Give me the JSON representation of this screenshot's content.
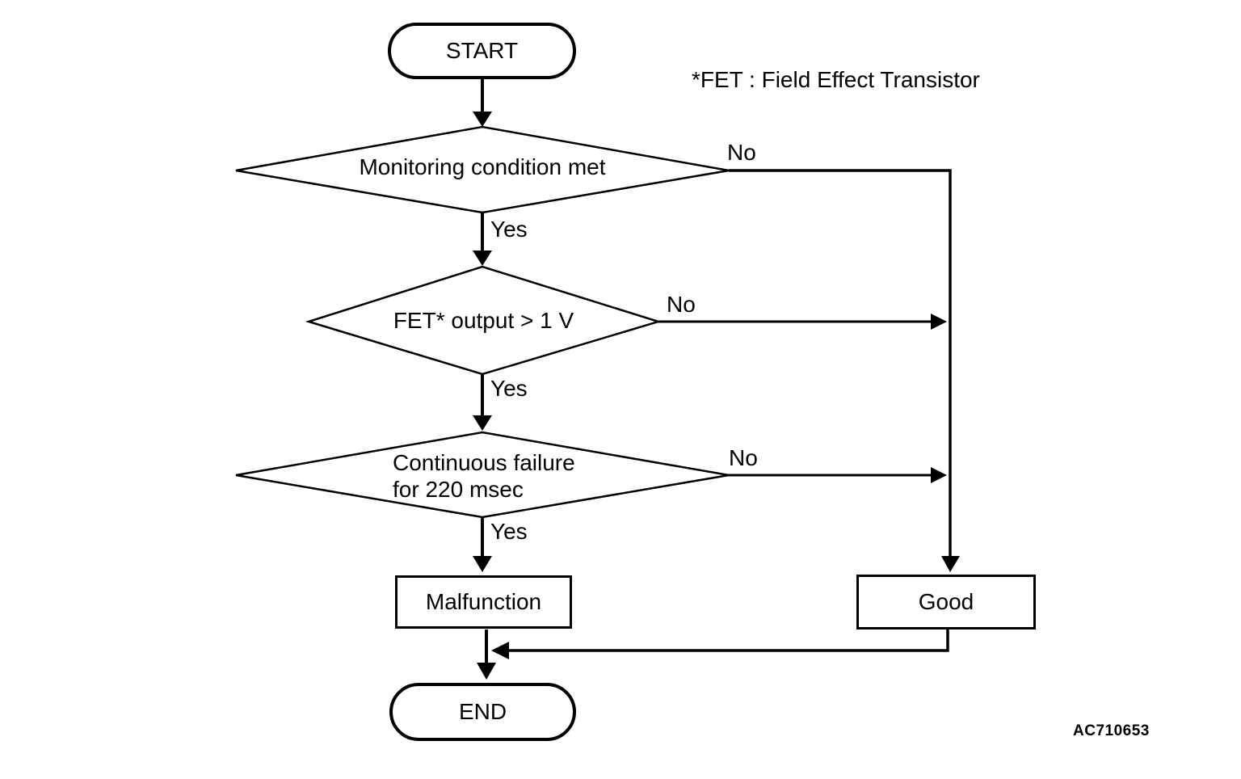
{
  "note": "*FET : Field Effect Transistor",
  "figure_code": "AC710653",
  "nodes": {
    "start": "START",
    "decision1": "Monitoring condition met",
    "decision2": "FET* output > 1 V",
    "decision3_line1": "Continuous failure",
    "decision3_line2": "for 220 msec",
    "malfunction": "Malfunction",
    "good": "Good",
    "end": "END"
  },
  "edge_labels": {
    "decision1_yes": "Yes",
    "decision1_no": "No",
    "decision2_yes": "Yes",
    "decision2_no": "No",
    "decision3_yes": "Yes",
    "decision3_no": "No"
  },
  "colors": {
    "line": "#000000",
    "background": "#ffffff",
    "text": "#000000"
  }
}
